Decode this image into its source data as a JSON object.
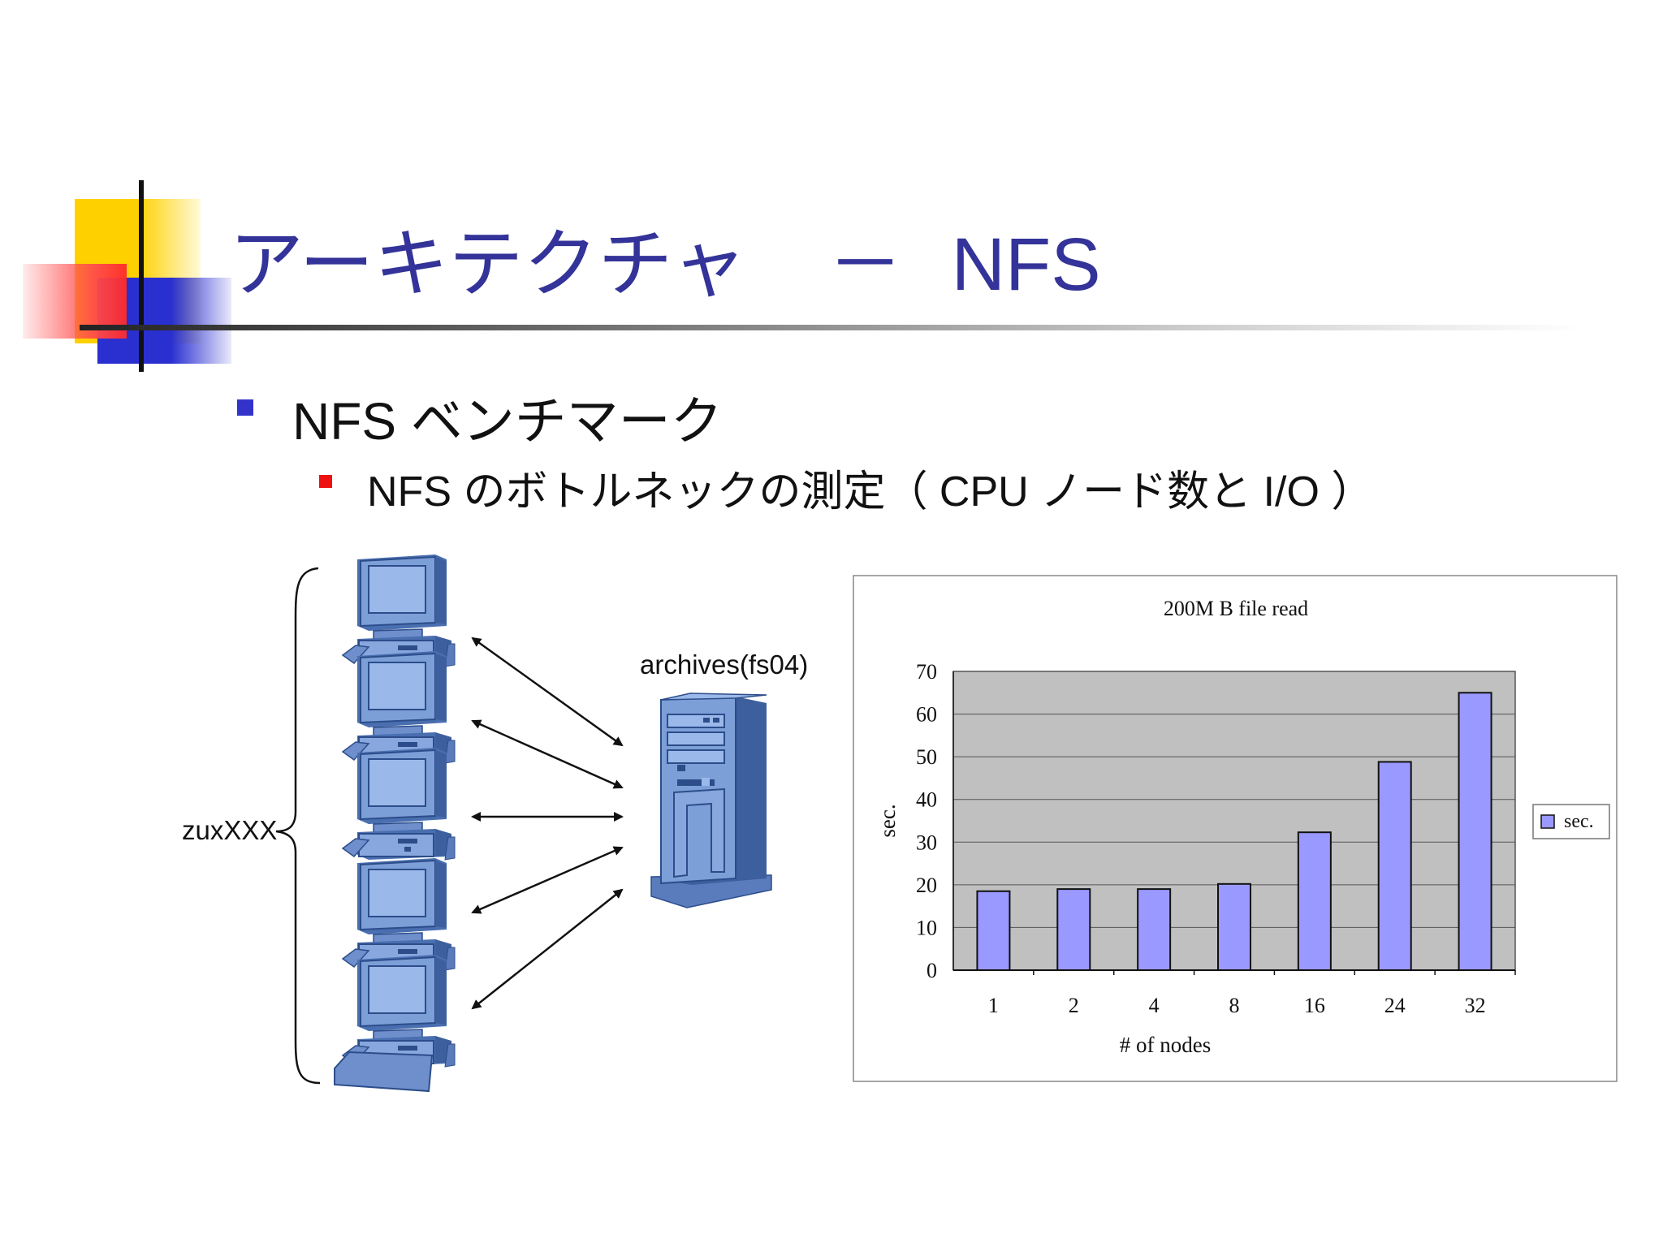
{
  "title": {
    "main": "アーキテクチャ",
    "separator": "－",
    "suffix": "NFS"
  },
  "bullets": [
    {
      "text": "NFS ベンチマーク",
      "color": "#3333cc"
    },
    {
      "text": "NFS のボトルネックの測定（ CPU ノード数と I/O ）",
      "color": "#ee1111"
    }
  ],
  "diagram": {
    "client_group_label": "zuxXXX",
    "server_label": "archives(fs04)",
    "client_icon": "desktop-computer-icon",
    "server_icon": "tower-server-icon"
  },
  "chart_data": {
    "type": "bar",
    "title": "200M B  file read",
    "xlabel": "# of nodes",
    "ylabel": "sec.",
    "categories": [
      "1",
      "2",
      "4",
      "8",
      "16",
      "24",
      "32"
    ],
    "series": [
      {
        "name": "sec.",
        "values": [
          18.5,
          19,
          19,
          20.2,
          32.3,
          48.8,
          65
        ],
        "color": "#9999ff"
      }
    ],
    "ylim": [
      0,
      70
    ],
    "yticks": [
      "0",
      "10",
      "20",
      "30",
      "40",
      "50",
      "60",
      "70"
    ],
    "grid": true,
    "legend": "right",
    "plot_background": "#c0c0c0"
  }
}
